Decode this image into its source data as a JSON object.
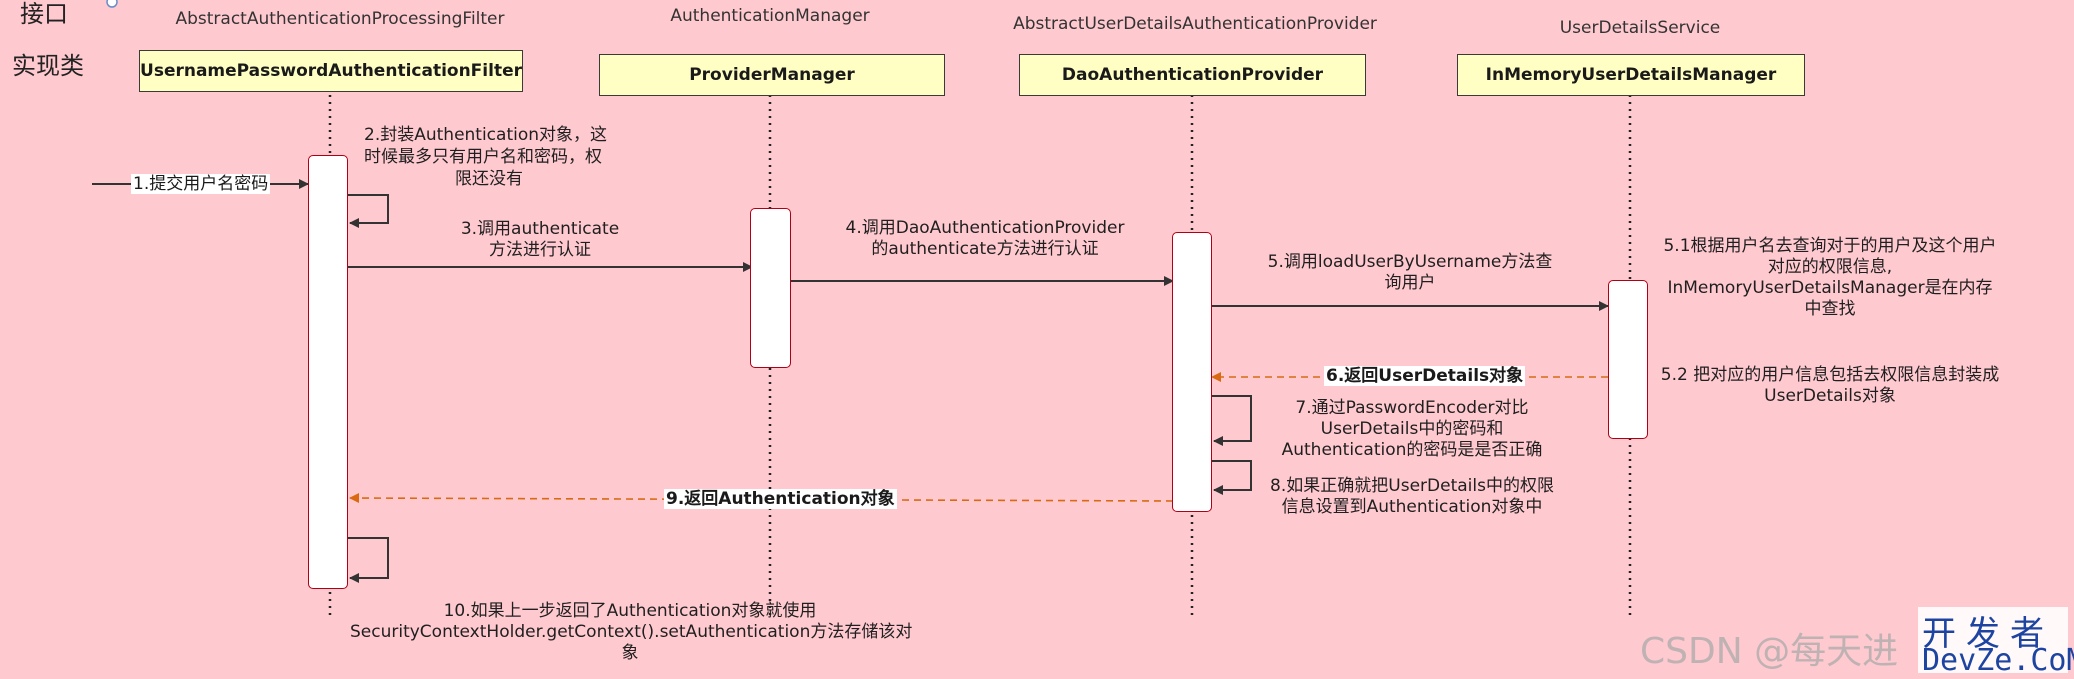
{
  "row_labels": {
    "interface": "接口",
    "implementation": "实现类"
  },
  "participants": [
    {
      "interface": "AbstractAuthenticationProcessingFilter",
      "impl": "UsernamePasswordAuthenticationFilter"
    },
    {
      "interface": "AuthenticationManager",
      "impl": "ProviderManager"
    },
    {
      "interface": "AbstractUserDetailsAuthenticationProvider",
      "impl": "DaoAuthenticationProvider"
    },
    {
      "interface": "UserDetailsService",
      "impl": "InMemoryUserDetailsManager"
    }
  ],
  "messages": {
    "m1": "1.提交用户名密码",
    "m2": [
      "2.封装Authentication对象，这",
      "时候最多只有用户名和密码，权",
      "限还没有"
    ],
    "m3": [
      "3.调用authenticate",
      "方法进行认证"
    ],
    "m4": [
      "4.调用DaoAuthenticationProvider",
      "的authenticate方法进行认证"
    ],
    "m5": [
      "5.调用loadUserByUsername方法查",
      "询用户"
    ],
    "m51": [
      "5.1根据用户名去查询对于的用户及这个用户",
      "对应的权限信息,",
      "InMemoryUserDetailsManager是在内存",
      "中查找"
    ],
    "m6": "6.返回UserDetails对象",
    "m52": [
      "5.2 把对应的用户信息包括去权限信息封装成",
      "UserDetails对象"
    ],
    "m7": [
      "7.通过PasswordEncoder对比",
      "UserDetails中的密码和",
      "Authentication的密码是是否正确"
    ],
    "m8": [
      "8.如果正确就把UserDetails中的权限",
      "信息设置到Authentication对象中"
    ],
    "m9": "9.返回Authentication对象",
    "m10": [
      "10.如果上一步返回了Authentication对象就使用",
      "SecurityContextHolder.getContext().setAuthentication方法存储该对",
      "象"
    ]
  },
  "watermark": {
    "csdn": "CSDN @每天进",
    "site_cn": "开发者",
    "site_en": "DevZe.CoM"
  },
  "colors": {
    "background": "#ffc9d0",
    "box_fill": "#ffffc3",
    "activation_border": "#b00015",
    "return_arrow": "#d96a12",
    "call_arrow": "#333333"
  }
}
